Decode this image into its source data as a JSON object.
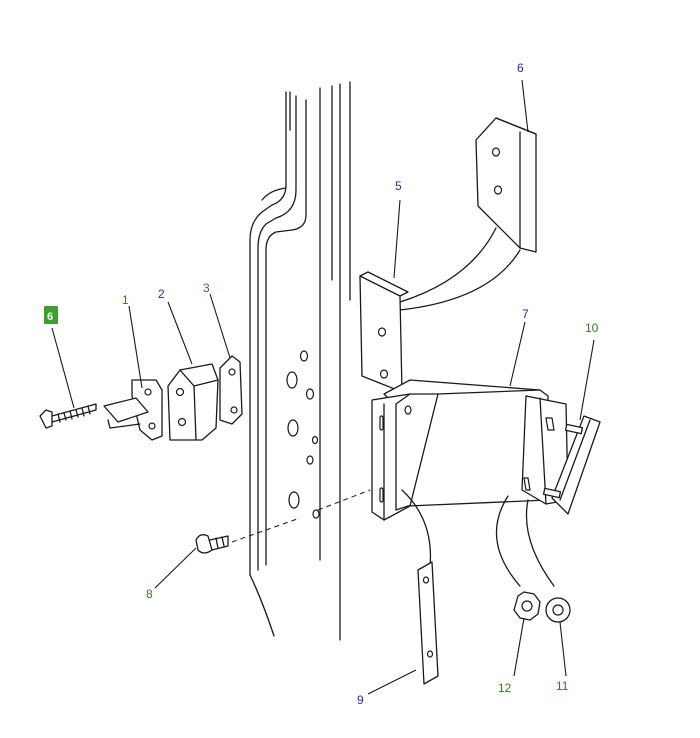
{
  "callouts": [
    {
      "id": "1",
      "label": "1",
      "color": "#2f7d1e"
    },
    {
      "id": "2",
      "label": "2",
      "color": "#1f2f9a"
    },
    {
      "id": "3",
      "label": "3",
      "color": "#2f7d1e"
    },
    {
      "id": "5",
      "label": "5",
      "color": "#1f2f9a"
    },
    {
      "id": "6",
      "label": "6",
      "color": "#1f2f9a"
    },
    {
      "id": "7",
      "label": "7",
      "color": "#1f2f9a"
    },
    {
      "id": "8",
      "label": "8",
      "color": "#2f7d1e"
    },
    {
      "id": "9",
      "label": "9",
      "color": "#1f2f9a"
    },
    {
      "id": "10",
      "label": "10",
      "color": "#2f7d1e"
    },
    {
      "id": "11",
      "label": "11",
      "color": "#2f7d1e"
    },
    {
      "id": "12",
      "label": "12",
      "color": "#2f7d1e"
    }
  ],
  "highlighted_callout": {
    "label": "6",
    "color": "#3aa02e"
  }
}
